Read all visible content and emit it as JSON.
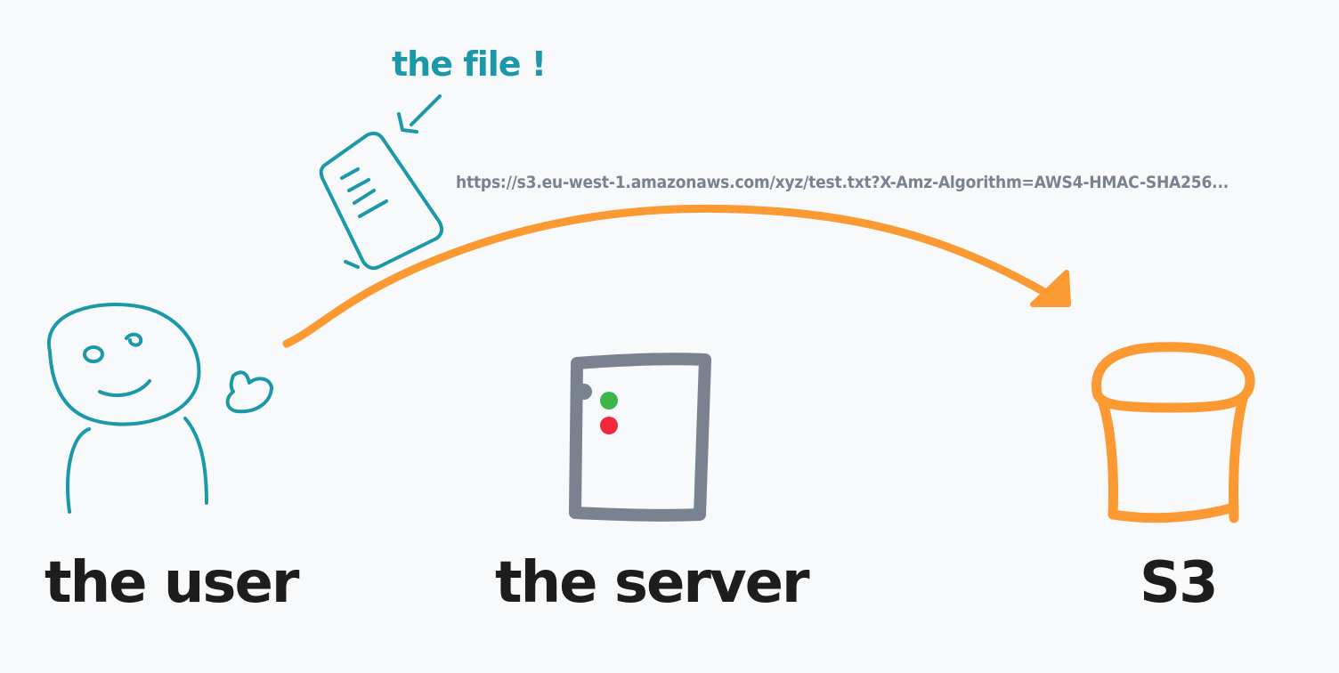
{
  "labels": {
    "user": "the user",
    "server": "the server",
    "storage": "S3",
    "file": "the file !",
    "url": "https://s3.eu-west-1.amazonaws.com/xyz/test.txt?X-Amz-Algorithm=AWS4-HMAC-SHA256..."
  },
  "colors": {
    "background": "#f8f9fa",
    "user": "#1b99a8",
    "file": "#1b99a8",
    "arrow": "#fb9933",
    "server": "#7a8290",
    "server_led_green": "#3cb54a",
    "server_led_red": "#f0283c",
    "storage": "#fb9933",
    "url_text": "#7a8290",
    "label_text": "#1d1d1d"
  },
  "icons": {
    "user": "stick-figure-icon",
    "file": "document-icon",
    "server": "server-icon",
    "storage": "bucket-icon"
  }
}
